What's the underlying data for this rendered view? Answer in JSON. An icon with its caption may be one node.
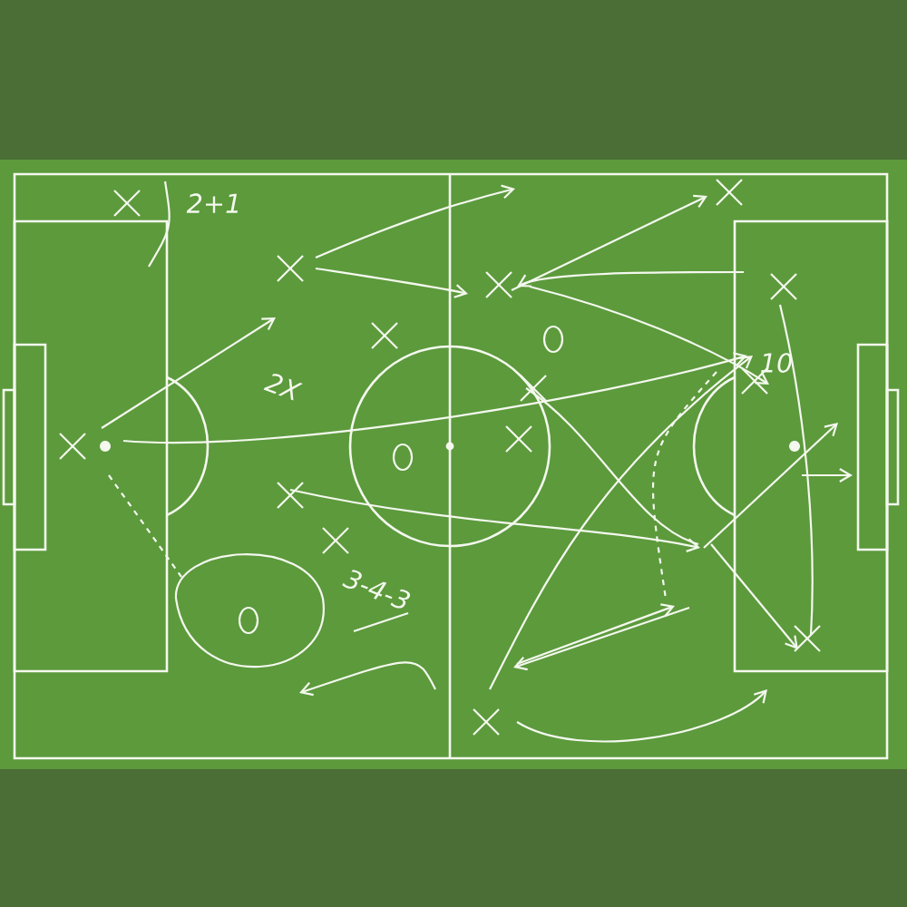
{
  "diagram": {
    "labels": [
      "2+1",
      "2X",
      "3-4-3",
      "10"
    ]
  }
}
